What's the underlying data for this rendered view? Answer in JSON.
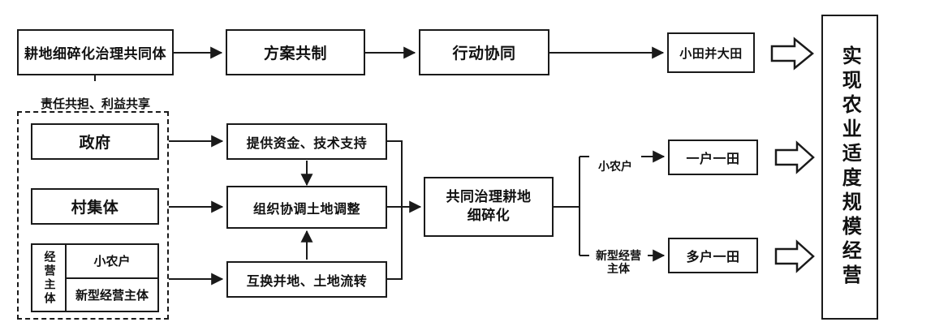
{
  "diagram": {
    "title_hidden": "",
    "colors": {
      "stroke": "#1a1a1a",
      "text": "#111111",
      "background": "#ffffff"
    },
    "top_flow": [
      {
        "id": "community",
        "label": "耕地细碎化治理共同体"
      },
      {
        "id": "plan",
        "label": "方案共制"
      },
      {
        "id": "action",
        "label": "行动协同"
      },
      {
        "id": "merge",
        "label": "小田并大田"
      }
    ],
    "connector_label": "责任共担、利益共享",
    "actors_group": {
      "items": [
        {
          "id": "government",
          "label": "政府"
        },
        {
          "id": "village",
          "label": "村集体"
        }
      ],
      "subject_box": {
        "side_label": "经营主体",
        "rows": [
          {
            "id": "smallholder",
            "label": "小农户"
          },
          {
            "id": "new-subject",
            "label": "新型经营主体"
          }
        ]
      }
    },
    "measures": [
      {
        "id": "funding",
        "label": "提供资金、技术支持"
      },
      {
        "id": "coordination",
        "label": "组织协调土地调整"
      },
      {
        "id": "exchange",
        "label": "互换并地、土地流转"
      }
    ],
    "governance": {
      "id": "governance",
      "label": "共同治理耕地\n细碎化"
    },
    "branches": [
      {
        "id": "branch-smallholder",
        "label": "小农户",
        "target": "一户一田"
      },
      {
        "id": "branch-new-subject",
        "label": "新型经营\n主体",
        "target": "多户一田"
      }
    ],
    "outcome": {
      "id": "outcome",
      "label": "实现农业适度规模经营"
    }
  }
}
